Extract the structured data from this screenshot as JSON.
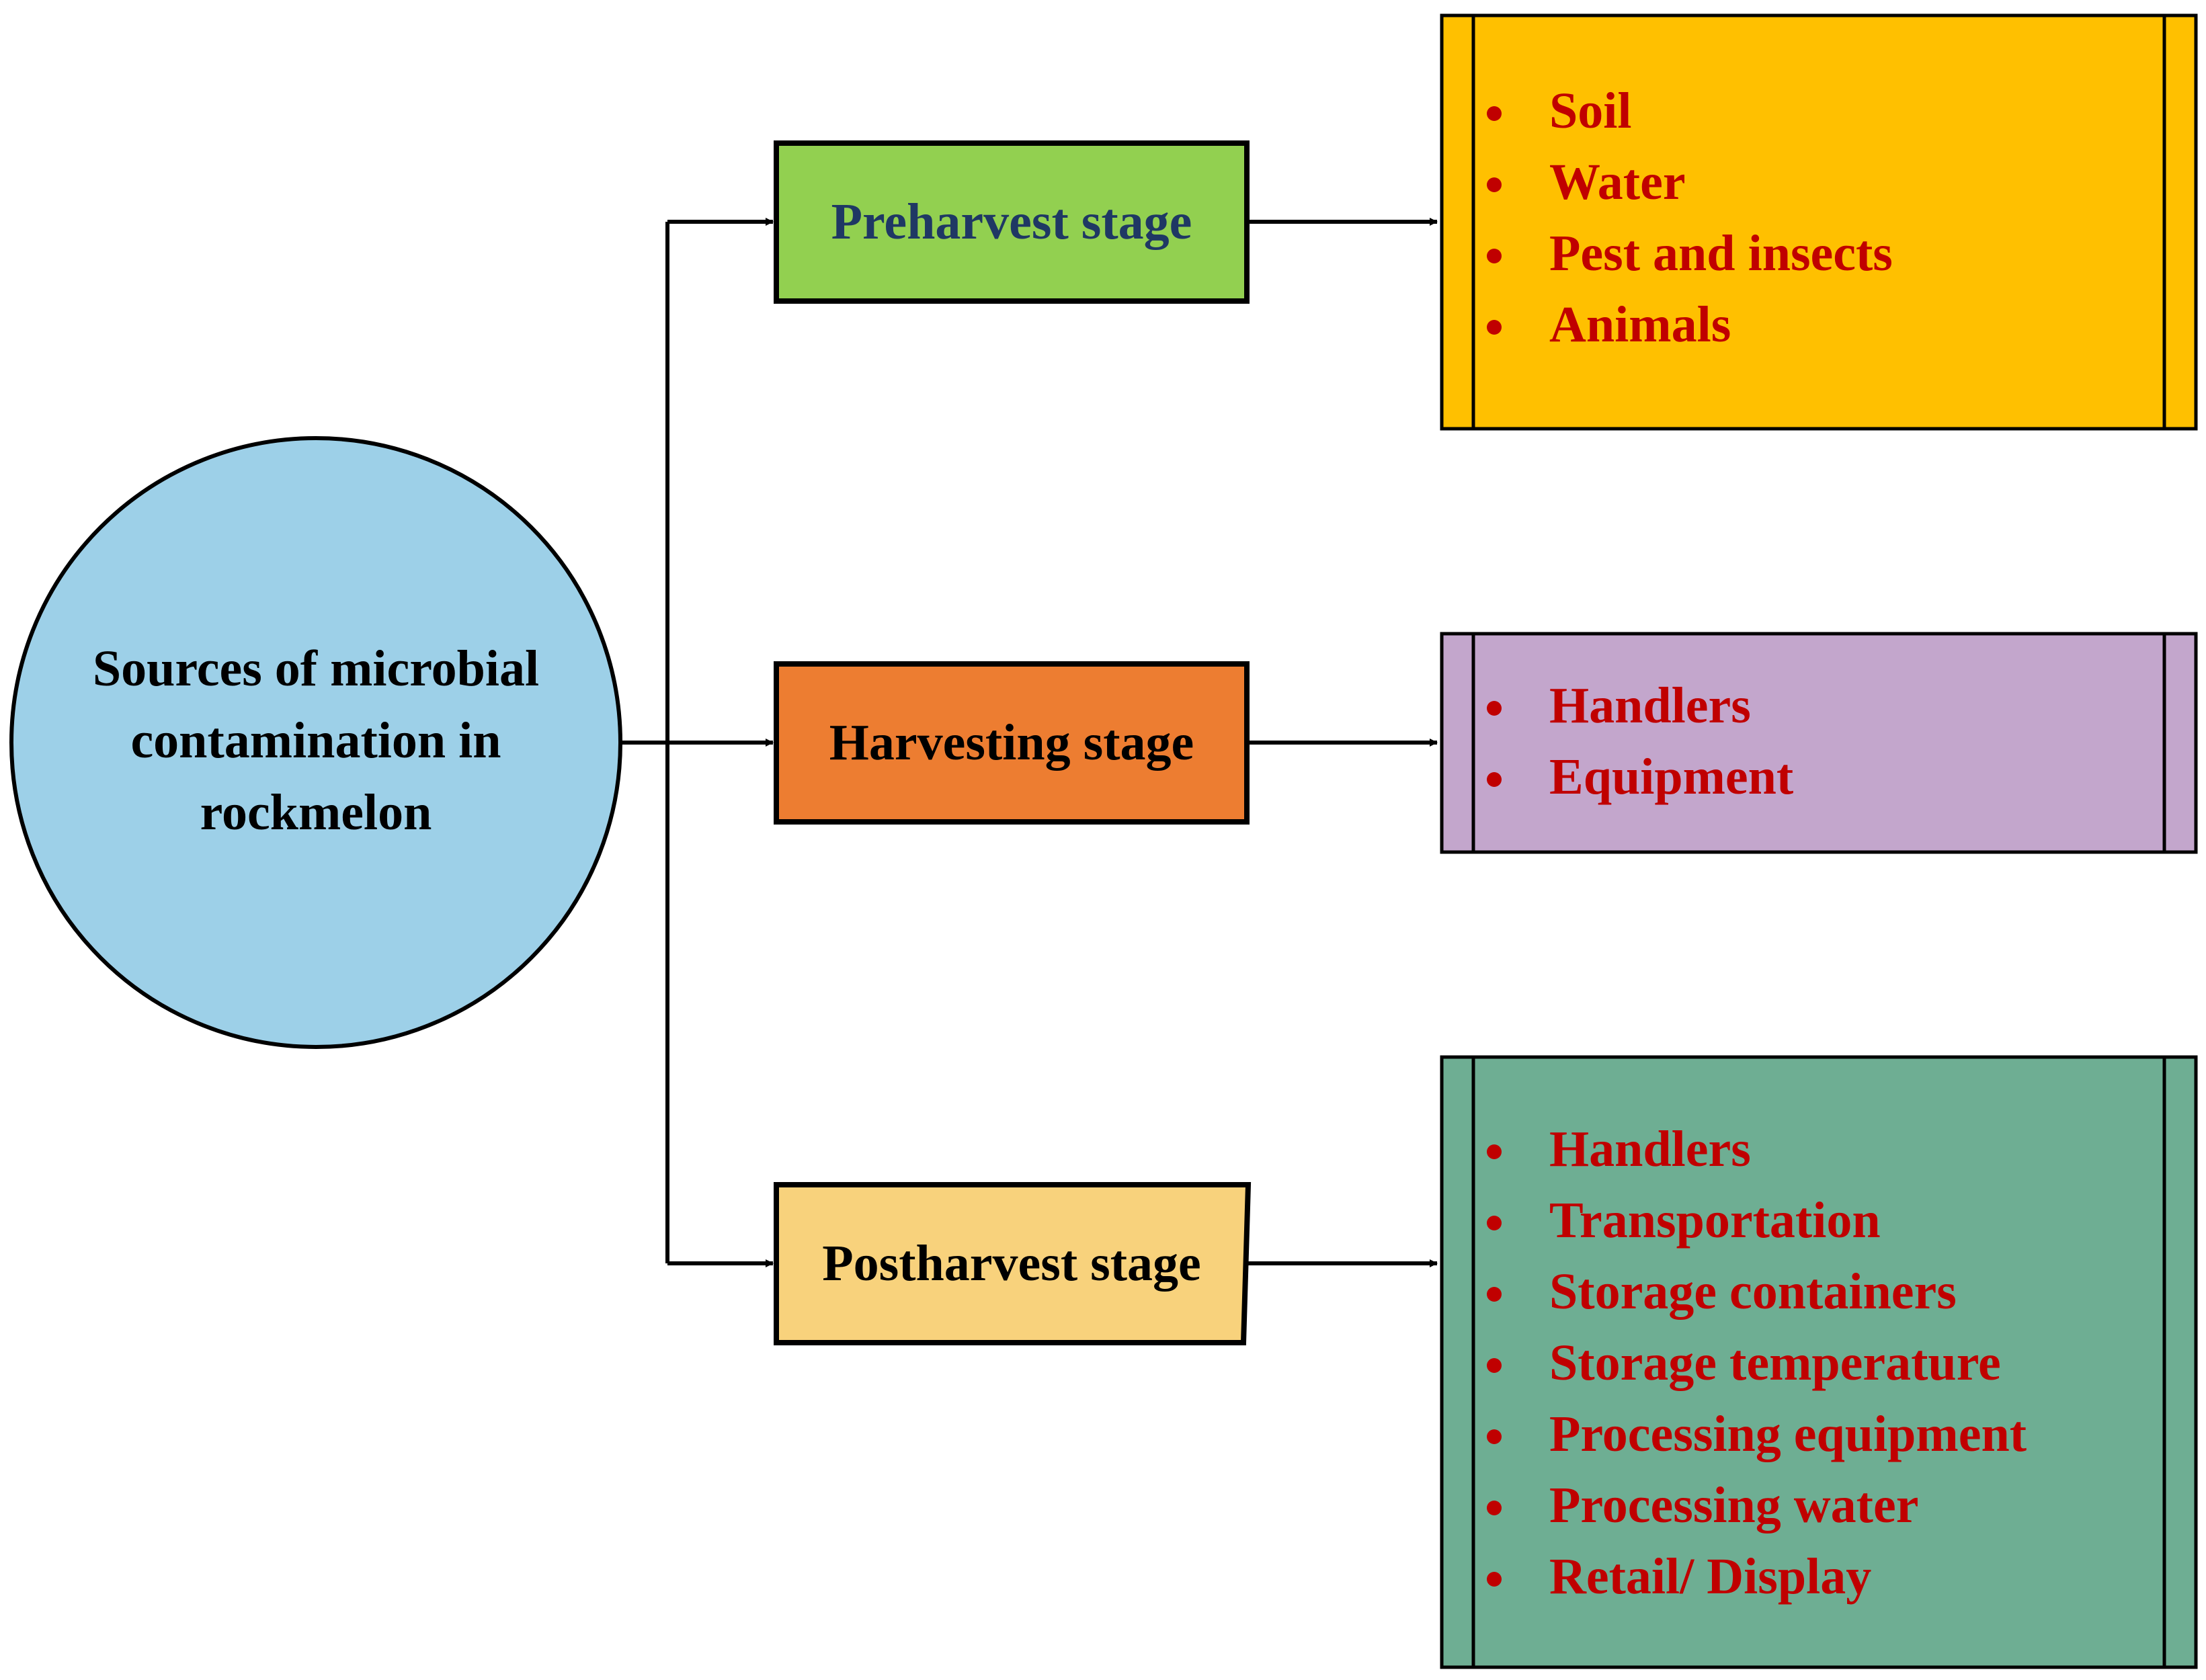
{
  "source": {
    "lines": [
      "Sources of microbial",
      "contamination in",
      "rockmelon"
    ],
    "fill": "#9dd0e8"
  },
  "stages": [
    {
      "label": "Preharvest stage",
      "fill": "#92d050",
      "text_color": "#1f3864",
      "list_fill": "#ffc000",
      "items": [
        "Soil",
        "Water",
        "Pest and insects",
        "Animals"
      ]
    },
    {
      "label": "Harvesting stage",
      "fill": "#ed7d31",
      "text_color": "#000000",
      "list_fill": "#c3a6cc",
      "items": [
        "Handlers",
        "Equipment"
      ]
    },
    {
      "label": "Postharvest stage",
      "fill": "#f8d27c",
      "text_color": "#000000",
      "list_fill": "#6eae93",
      "items": [
        "Handlers",
        "Transportation",
        "Storage containers",
        "Storage temperature",
        "Processing equipment",
        "Processing water",
        "Retail/ Display"
      ]
    }
  ],
  "colors": {
    "item_text": "#c00000",
    "line": "#000000"
  }
}
